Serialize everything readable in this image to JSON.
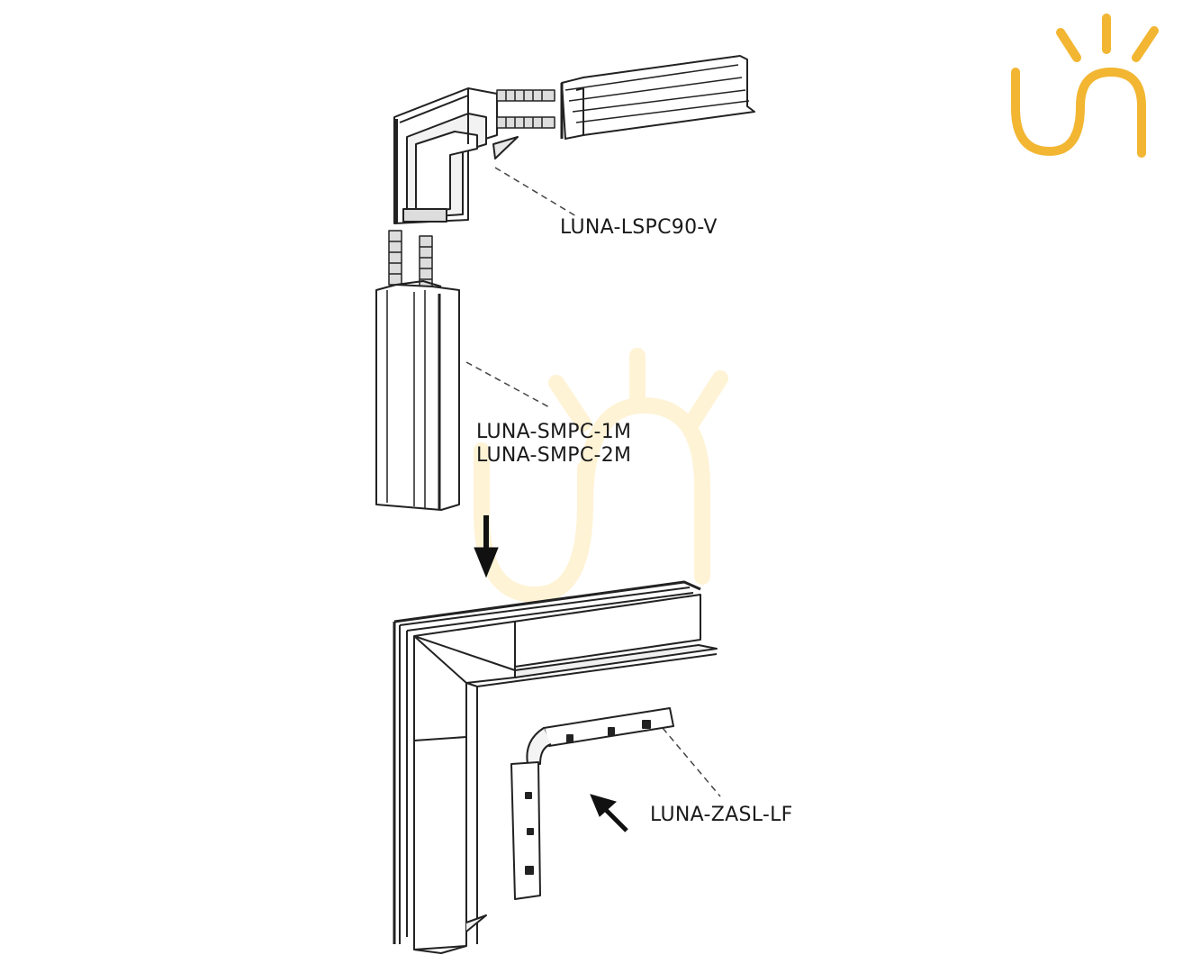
{
  "labels": {
    "corner_connector": "LUNA-LSPC90-V",
    "profile_1m": "LUNA-SMPC-1M",
    "profile_2m": "LUNA-SMPC-2M",
    "flexible_connector": "LUNA-ZASL-LF"
  },
  "brand": {
    "logo_text": "un",
    "logo_color": "#F2B632",
    "watermark_color": "#FFF3D6"
  },
  "icons": {
    "arrow_down": "arrow-down-icon",
    "arrow_diagonal": "arrow-up-left-icon"
  }
}
